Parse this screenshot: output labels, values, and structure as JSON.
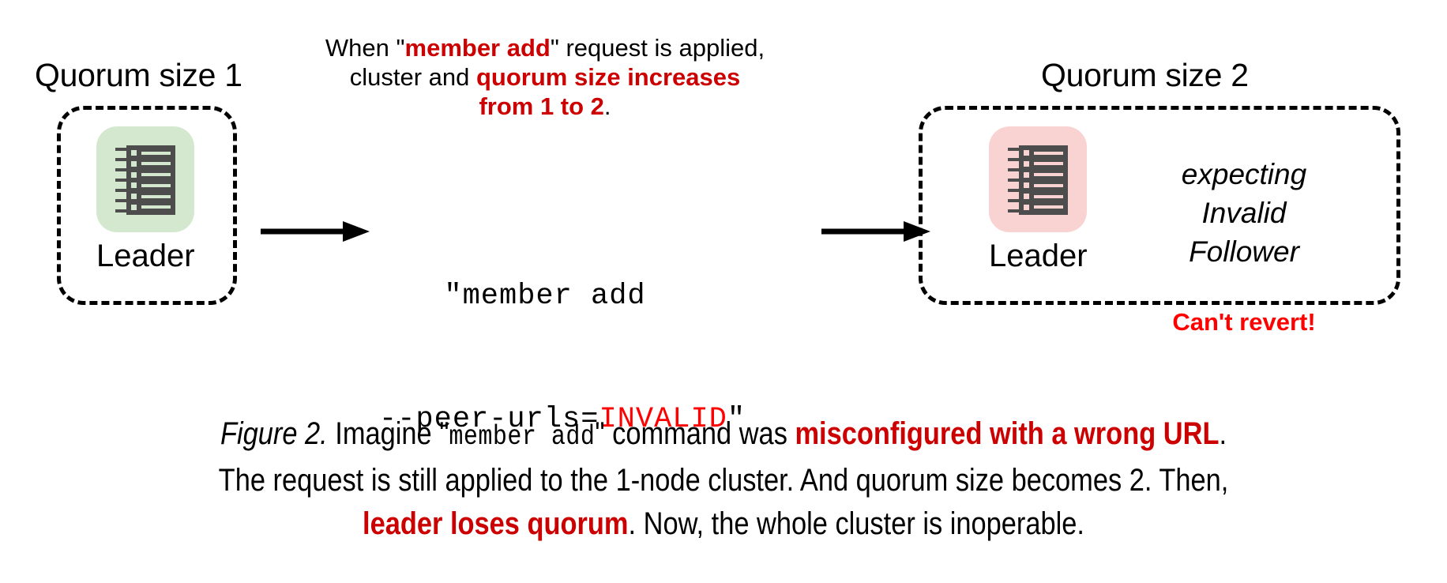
{
  "figure": {
    "left_cluster": {
      "title": "Quorum size 1",
      "node_label": "Leader",
      "node_color": "#d4e8cf"
    },
    "right_cluster": {
      "title": "Quorum size 2",
      "node_label": "Leader",
      "node_color": "#f9d2d2",
      "status_line1": "expecting",
      "status_line2": "Invalid",
      "status_line3": "Follower",
      "warning": "Can't revert!",
      "warning_color": "#ff0000"
    },
    "top_note": {
      "line1_a": "When \"",
      "line1_b": "member add",
      "line1_c": "\" request is applied,",
      "line2_a": "cluster and ",
      "line2_b": "quorum size increases",
      "line3_b": "from 1 to 2",
      "line3_c": ".",
      "accent_color": "#cc0000"
    },
    "command": {
      "line1": "\"member add",
      "line2_prefix": "--peer-urls=",
      "line2_invalid": "INVALID",
      "line2_suffix": "\"",
      "invalid_color": "#ff0000"
    },
    "caption": {
      "l1_fig": "Figure 2.",
      "l1_a": " Imagine \"",
      "l1_mono": "member add",
      "l1_b": "\" command was ",
      "l1_red": "misconfigured with a wrong URL",
      "l1_c": ".",
      "l2": "The request is still applied to the 1-node cluster. And quorum size becomes 2. Then,",
      "l3_red": "leader loses quorum",
      "l3_rest": ". Now, the whole cluster is inoperable."
    }
  }
}
